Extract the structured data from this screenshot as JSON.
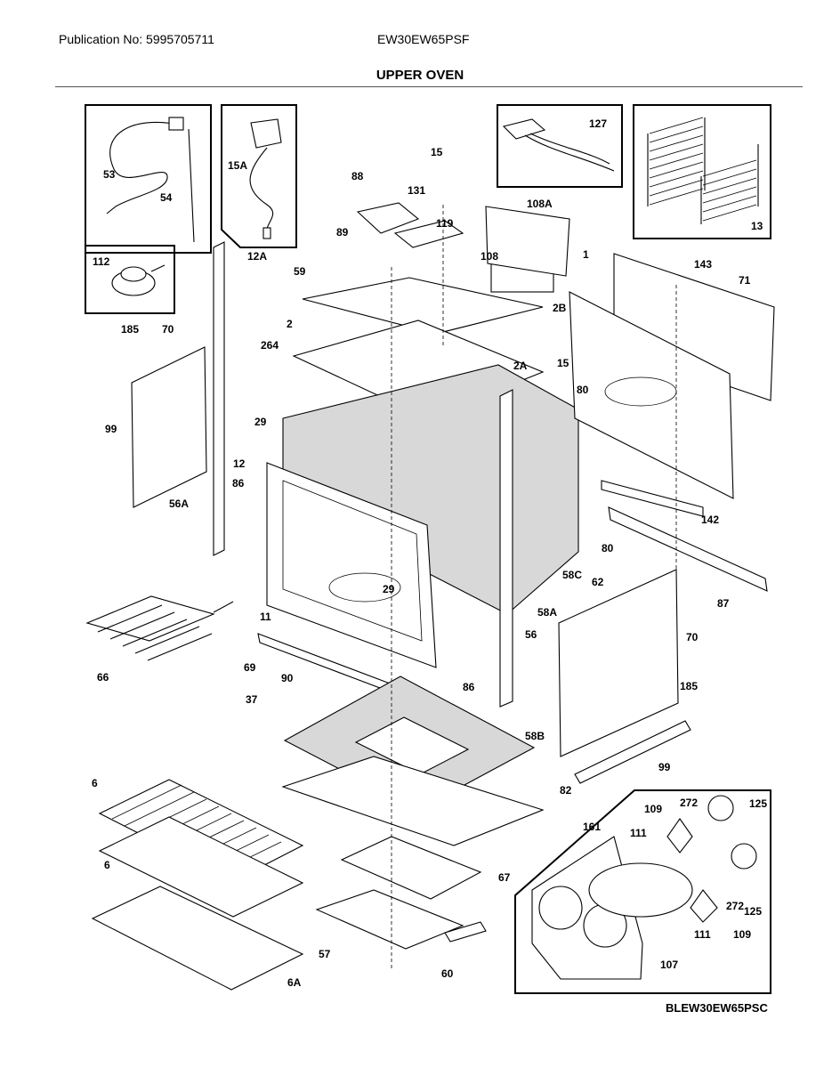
{
  "header": {
    "publication": "Publication No: 5995705711",
    "model": "EW30EW65PSF",
    "title": "UPPER OVEN"
  },
  "footer": {
    "code": "BLEW30EW65PSC"
  },
  "part_labels": [
    "53",
    "54",
    "15A",
    "127",
    "13",
    "15",
    "88",
    "131",
    "119",
    "108A",
    "108",
    "89",
    "112",
    "12A",
    "59",
    "143",
    "71",
    "185",
    "70",
    "2",
    "2B",
    "1",
    "264",
    "2A",
    "15",
    "80",
    "99",
    "29",
    "12",
    "86",
    "56A",
    "29",
    "142",
    "80",
    "58C",
    "62",
    "87",
    "11",
    "66",
    "69",
    "90",
    "58A",
    "56",
    "86",
    "70",
    "37",
    "185",
    "58B",
    "99",
    "6",
    "82",
    "109",
    "272",
    "125",
    "161",
    "111",
    "6",
    "67",
    "272",
    "125",
    "111",
    "109",
    "57",
    "60",
    "107",
    "6A"
  ]
}
